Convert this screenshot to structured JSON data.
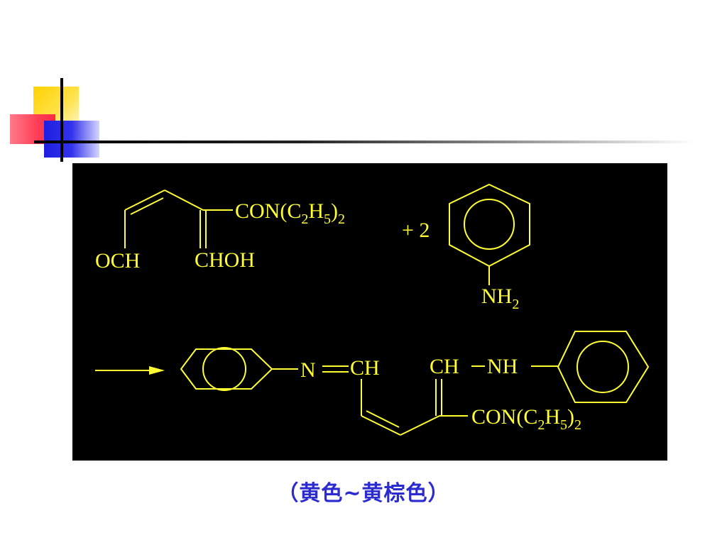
{
  "colors": {
    "panel_background": "#000000",
    "structure": "#ffff33",
    "caption": "#2b2bd0"
  },
  "reactant": {
    "amide_group": {
      "main": "CON(C",
      "sub1": "2",
      "mid": "H",
      "sub2": "5",
      "close": ")",
      "sub3": "2"
    },
    "aldehyde_group": "OCH",
    "enol_group": "CHOH"
  },
  "reagent": {
    "coefficient": "+ 2",
    "amine_group": {
      "main": "NH",
      "sub": "2"
    }
  },
  "product": {
    "imine_n": "N",
    "imine_ch": "CH",
    "amine_ch": "CH",
    "amine_nh": "NH",
    "amide_group": {
      "main": "CON(C",
      "sub1": "2",
      "mid": "H",
      "sub2": "5",
      "close": ")",
      "sub3": "2"
    }
  },
  "caption": "（黄色~黄棕色）"
}
